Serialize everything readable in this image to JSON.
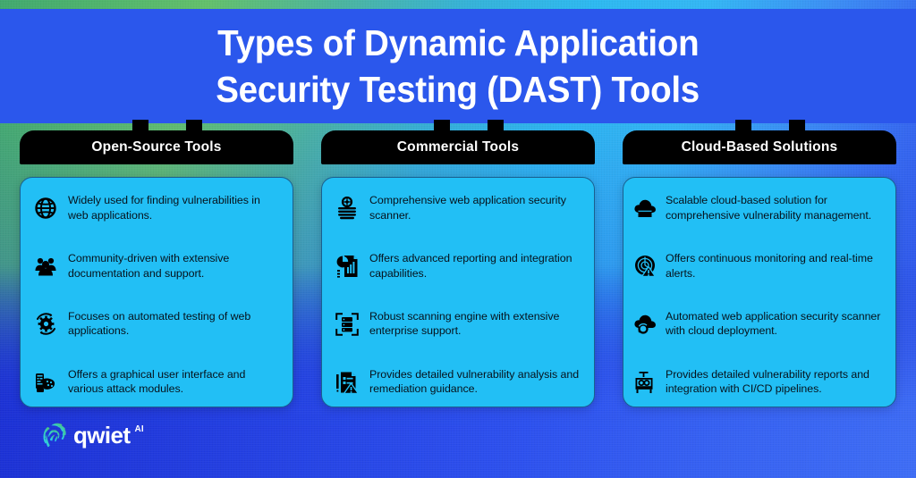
{
  "title": {
    "line1": "Types of Dynamic Application",
    "line2": "Security Testing (DAST) Tools"
  },
  "colors": {
    "banner_blue": "#2B57EC",
    "card_cyan": "#22BFF5",
    "header_black": "#000000",
    "text_dark": "#06121C",
    "logo_green": "#4CC07A",
    "logo_cyan": "#2FD3F0"
  },
  "columns": [
    {
      "header": "Open-Source Tools",
      "features": [
        {
          "icon": "globe-icon",
          "text": "Widely used for finding vulnerabilities in web applications."
        },
        {
          "icon": "community-group-icon",
          "text": "Community-driven with extensive documentation and support."
        },
        {
          "icon": "automation-gear-icon",
          "text": "Focuses on automated testing of web applications."
        },
        {
          "icon": "attack-modules-hand-icon",
          "text": "Offers a graphical user interface and various attack modules."
        }
      ]
    },
    {
      "header": "Commercial Tools",
      "features": [
        {
          "icon": "web-security-scanner-icon",
          "text": "Comprehensive web application security scanner."
        },
        {
          "icon": "report-chart-icon",
          "text": "Offers advanced reporting and integration capabilities."
        },
        {
          "icon": "scan-server-icon",
          "text": "Robust scanning engine with extensive enterprise support."
        },
        {
          "icon": "vulnerability-report-warning-icon",
          "text": "Provides detailed vulnerability analysis and remediation guidance."
        }
      ]
    },
    {
      "header": "Cloud-Based Solutions",
      "features": [
        {
          "icon": "cloud-folder-icon",
          "text": "Scalable cloud-based solution for comprehensive vulnerability management."
        },
        {
          "icon": "monitoring-radar-icon",
          "text": "Offers continuous monitoring and real-time alerts."
        },
        {
          "icon": "cloud-sync-scanner-icon",
          "text": "Automated web application security scanner with cloud deployment."
        },
        {
          "icon": "cicd-pipeline-icon",
          "text": "Provides detailed vulnerability reports and integration with CI/CD pipelines."
        }
      ]
    }
  ],
  "logo": {
    "word": "qwiet",
    "suffix": "AI",
    "mark": "qwiet-spiral-mark"
  }
}
